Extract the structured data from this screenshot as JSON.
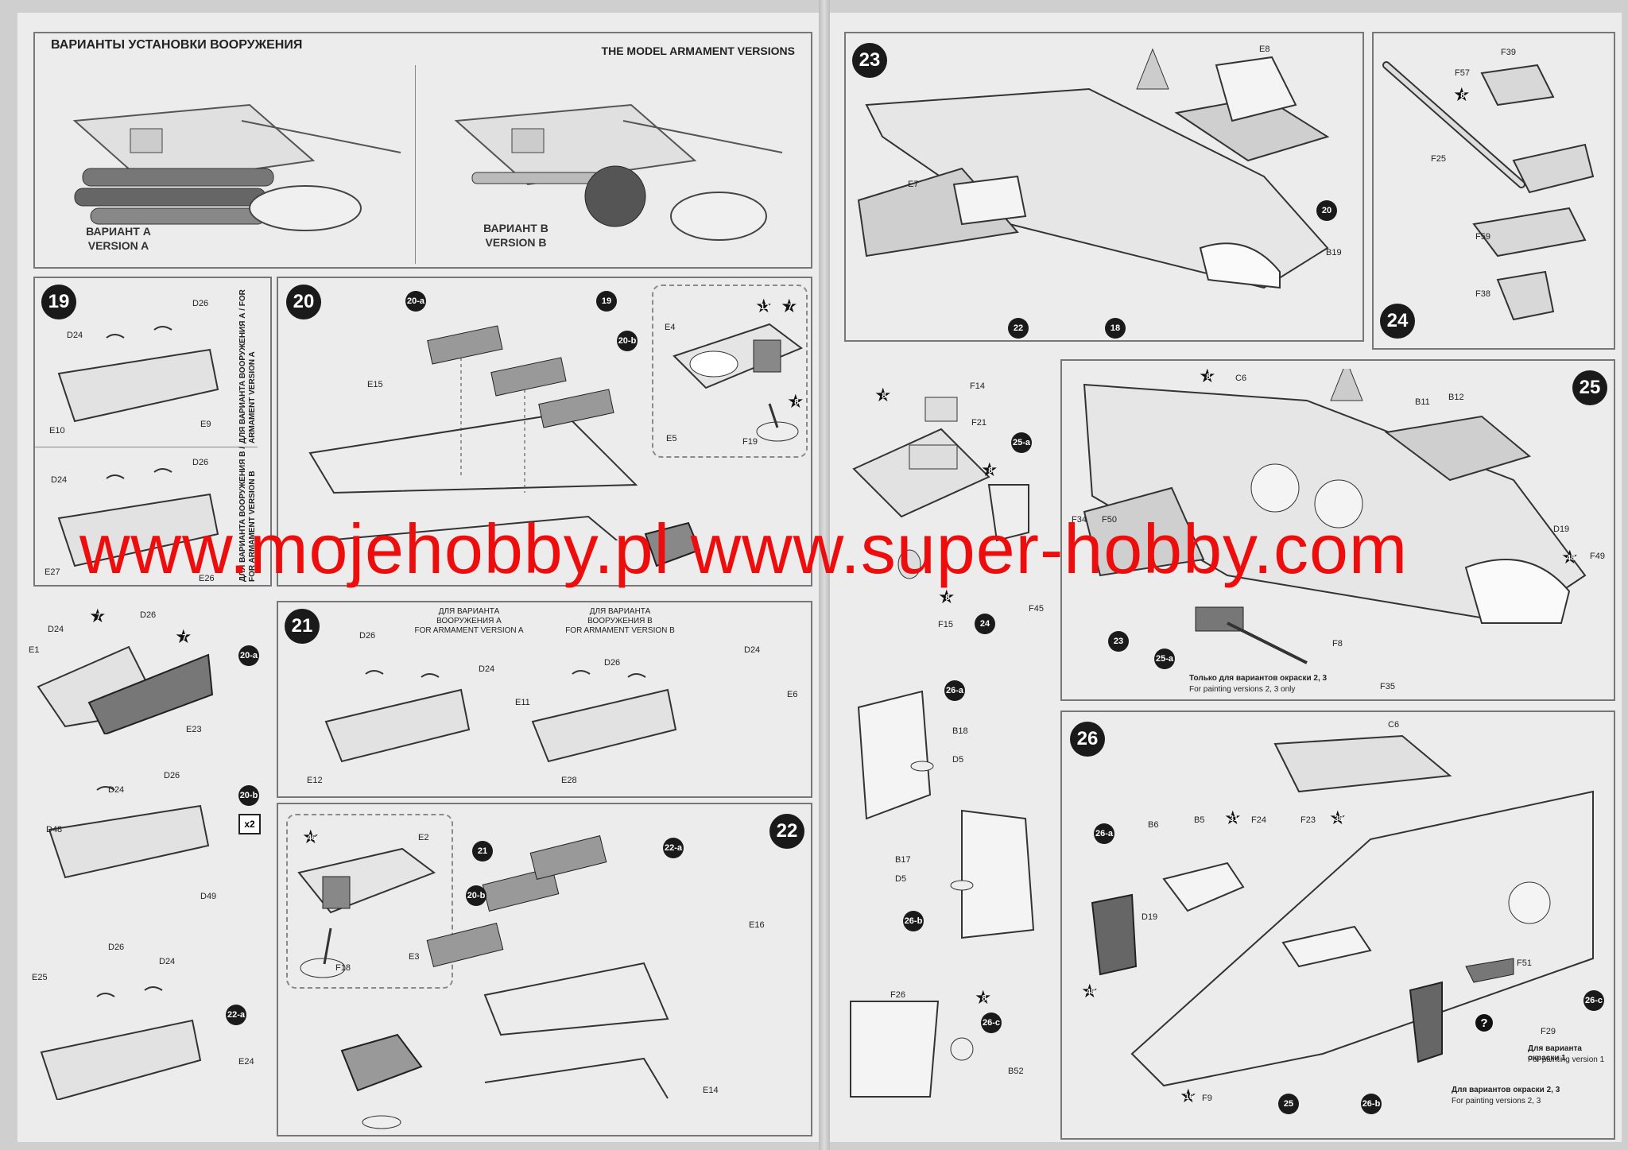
{
  "header": {
    "title_ru": "ВАРИАНТЫ УСТАНОВКИ ВООРУЖЕНИЯ",
    "title_en": "THE MODEL ARMAMENT VERSIONS"
  },
  "versions": {
    "a": "ВАРИАНТ А\nVERSION A",
    "b": "ВАРИАНТ В\nVERSION B"
  },
  "steps": {
    "s19": {
      "number": "19",
      "side_a": "ДЛЯ ВАРИАНТА ВООРУЖЕНИЯ А / FOR ARMAMENT VERSION A",
      "side_b": "ДЛЯ ВАРИАНТА ВООРУЖЕНИЯ В / FOR ARMAMENT VERSION B",
      "parts_a": [
        "D26",
        "D24",
        "E10",
        "E9"
      ],
      "parts_b": [
        "D26",
        "D24",
        "E27",
        "E26"
      ]
    },
    "s20": {
      "number": "20",
      "refs": [
        "20-a",
        "19",
        "20-b"
      ],
      "parts": [
        "E15",
        "E4",
        "E5",
        "F19"
      ],
      "stars": [
        "12",
        "7",
        "8"
      ]
    },
    "s21": {
      "number": "21",
      "cap_a": "ДЛЯ ВАРИАНТА\nВООРУЖЕНИЯ А\nFOR ARMAMENT VERSION A",
      "cap_b": "ДЛЯ ВАРИАНТА\nВООРУЖЕНИЯ В\nFOR ARMAMENT VERSION B",
      "parts": [
        "D26",
        "D24",
        "E11",
        "E12",
        "E6",
        "E28"
      ]
    },
    "s22": {
      "number": "22",
      "refs": [
        "21",
        "22-a",
        "20-b"
      ],
      "parts": [
        "E2",
        "E3",
        "F18",
        "E16",
        "E14"
      ],
      "stars": [
        "46"
      ]
    },
    "s20a": {
      "ref": "20-a",
      "parts": [
        "D26",
        "D24",
        "E1",
        "E23"
      ],
      "stars": [
        "7",
        "7"
      ]
    },
    "s20b": {
      "ref": "20-b",
      "badge": "x2",
      "parts": [
        "D26",
        "D24",
        "D48",
        "D49"
      ]
    },
    "s22a": {
      "ref": "22-a",
      "parts": [
        "D26",
        "D24",
        "E25",
        "E24"
      ]
    },
    "s23": {
      "number": "23",
      "parts": [
        "E8",
        "E7",
        "B19"
      ],
      "refs": [
        "20",
        "22",
        "18"
      ]
    },
    "s24": {
      "number": "24",
      "parts": [
        "F39",
        "F57",
        "F25",
        "F59",
        "F38"
      ],
      "stars": [
        "8"
      ]
    },
    "s25a": {
      "ref": "25-a",
      "parts": [
        "F14",
        "F21",
        "F45",
        "F15"
      ],
      "stars": [
        "8",
        "8",
        "8"
      ],
      "refs": [
        "24"
      ]
    },
    "s25": {
      "number": "25",
      "parts": [
        "C6",
        "B11",
        "B12",
        "F34",
        "F50",
        "D19",
        "F49",
        "F8",
        "F35"
      ],
      "stars": [
        "8",
        "48"
      ],
      "refs": [
        "23",
        "25-a"
      ],
      "note_ru": "Только для вариантов окраски 2, 3",
      "note_en": "For painting versions 2, 3 only"
    },
    "s26a": {
      "ref": "26-a",
      "parts": [
        "B18",
        "D5"
      ]
    },
    "s26b": {
      "ref": "26-b",
      "parts": [
        "B17",
        "D5"
      ]
    },
    "s26c": {
      "ref": "26-c",
      "parts": [
        "F26",
        "B52"
      ],
      "stars": [
        "8"
      ]
    },
    "s26": {
      "number": "26",
      "parts": [
        "C6",
        "B6",
        "B5",
        "F24",
        "F23",
        "D19",
        "F51",
        "F29",
        "F9"
      ],
      "stars": [
        "31",
        "38",
        "48",
        "16"
      ],
      "refs": [
        "26-a",
        "26-c",
        "25",
        "26-b"
      ],
      "note1_ru": "Для варианта окраски 1",
      "note1_en": "For painting version 1",
      "note2_ru": "Для вариантов окраски 2, 3",
      "note2_en": "For painting versions 2, 3"
    }
  },
  "watermark": "www.mojehobby.pl www.super-hobby.com"
}
